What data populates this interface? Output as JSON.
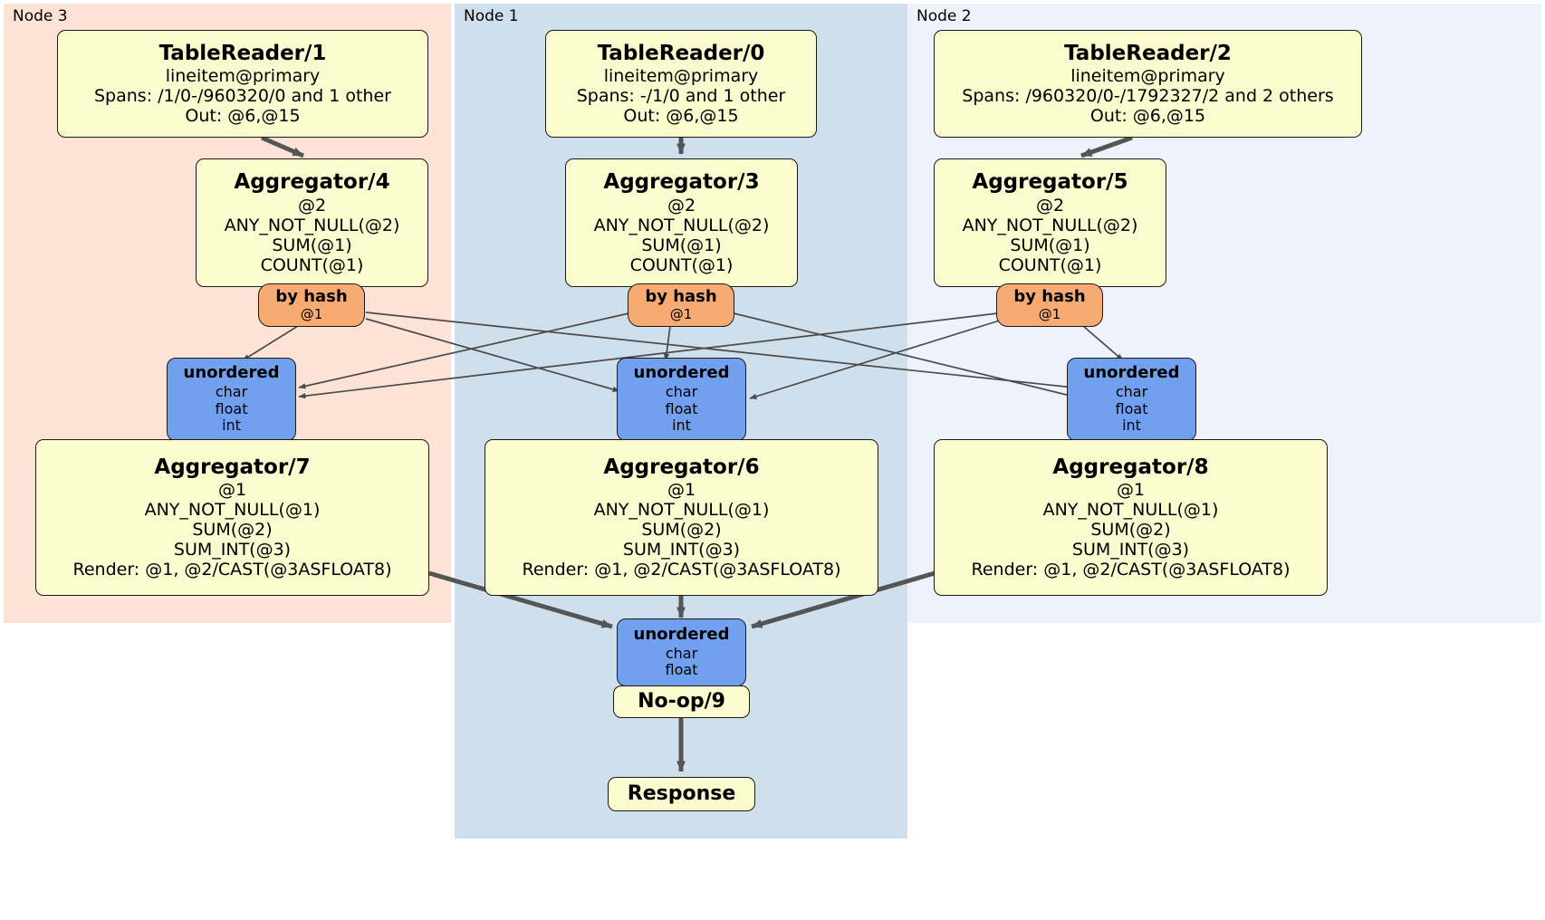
{
  "diagram": {
    "type": "distributed-query-plan",
    "title": "",
    "colors": {
      "node3_panel": "#fce3d5",
      "node1_panel": "#cfe0ec",
      "node2_panel": "#edf2fb",
      "processor_box": "#fbfbcf",
      "router_box": "#f7ab72",
      "sync_box": "#71a0ef",
      "border": "#1a1a1a",
      "edge_thin": "#4b4b4b",
      "edge_thick": "#555555"
    }
  },
  "panels": [
    {
      "id": "node3",
      "label": "Node 3"
    },
    {
      "id": "node1",
      "label": "Node 1"
    },
    {
      "id": "node2",
      "label": "Node 2"
    }
  ],
  "nodes": {
    "tablereader_1": {
      "title": "TableReader/1",
      "lines": [
        "lineitem@primary",
        "Spans: /1/0-/960320/0 and 1 other",
        "Out: @6,@15"
      ]
    },
    "tablereader_0": {
      "title": "TableReader/0",
      "lines": [
        "lineitem@primary",
        "Spans: -/1/0 and 1 other",
        "Out: @6,@15"
      ]
    },
    "tablereader_2": {
      "title": "TableReader/2",
      "lines": [
        "lineitem@primary",
        "Spans: /960320/0-/1792327/2 and 2 others",
        "Out: @6,@15"
      ]
    },
    "aggregator_4": {
      "title": "Aggregator/4",
      "lines": [
        "@2",
        "ANY_NOT_NULL(@2)",
        "SUM(@1)",
        "COUNT(@1)"
      ]
    },
    "aggregator_3": {
      "title": "Aggregator/3",
      "lines": [
        "@2",
        "ANY_NOT_NULL(@2)",
        "SUM(@1)",
        "COUNT(@1)"
      ]
    },
    "aggregator_5": {
      "title": "Aggregator/5",
      "lines": [
        "@2",
        "ANY_NOT_NULL(@2)",
        "SUM(@1)",
        "COUNT(@1)"
      ]
    },
    "byhash_left": {
      "title": "by hash",
      "lines": [
        "@1"
      ]
    },
    "byhash_center": {
      "title": "by hash",
      "lines": [
        "@1"
      ]
    },
    "byhash_right": {
      "title": "by hash",
      "lines": [
        "@1"
      ]
    },
    "unordered_left": {
      "title": "unordered",
      "lines": [
        "char",
        "float",
        "int"
      ]
    },
    "unordered_center": {
      "title": "unordered",
      "lines": [
        "char",
        "float",
        "int"
      ]
    },
    "unordered_right": {
      "title": "unordered",
      "lines": [
        "char",
        "float",
        "int"
      ]
    },
    "aggregator_7": {
      "title": "Aggregator/7",
      "lines": [
        "@1",
        "ANY_NOT_NULL(@1)",
        "SUM(@2)",
        "SUM_INT(@3)",
        "Render: @1, @2/CAST(@3ASFLOAT8)"
      ]
    },
    "aggregator_6": {
      "title": "Aggregator/6",
      "lines": [
        "@1",
        "ANY_NOT_NULL(@1)",
        "SUM(@2)",
        "SUM_INT(@3)",
        "Render: @1, @2/CAST(@3ASFLOAT8)"
      ]
    },
    "aggregator_8": {
      "title": "Aggregator/8",
      "lines": [
        "@1",
        "ANY_NOT_NULL(@1)",
        "SUM(@2)",
        "SUM_INT(@3)",
        "Render: @1, @2/CAST(@3ASFLOAT8)"
      ]
    },
    "unordered_final": {
      "title": "unordered",
      "lines": [
        "char",
        "float"
      ]
    },
    "noop_9": {
      "title": "No-op/9",
      "lines": []
    },
    "response": {
      "title": "Response",
      "lines": []
    }
  }
}
